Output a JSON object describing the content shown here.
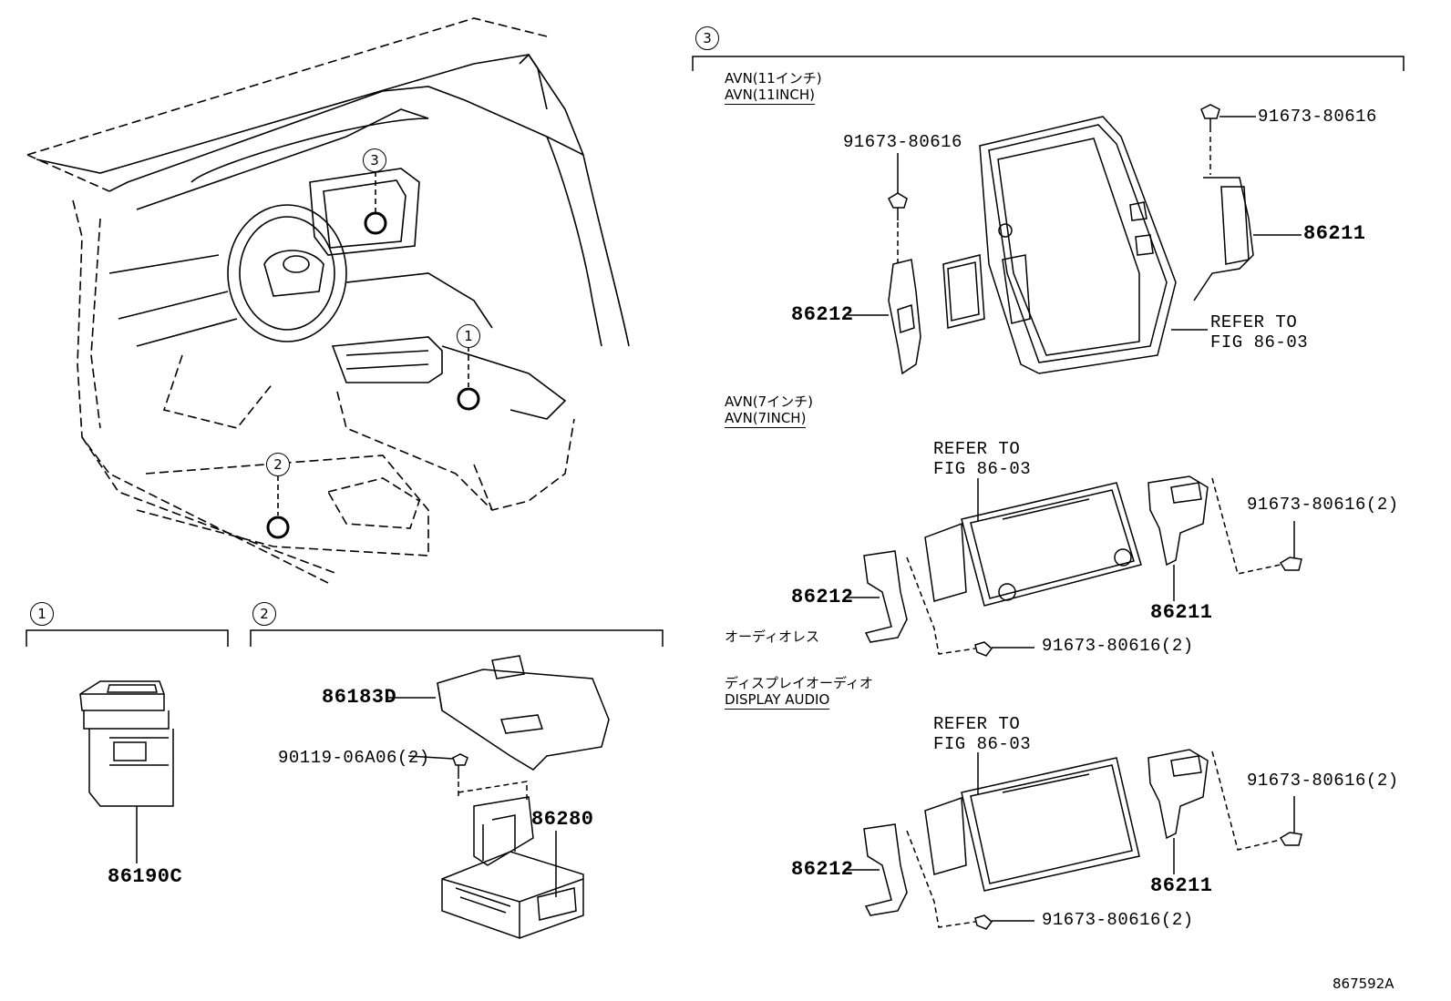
{
  "section_markers": {
    "s1": "1",
    "s2": "2",
    "s3": "3"
  },
  "overview_callouts": {
    "c1": "1",
    "c2": "2",
    "c3": "3"
  },
  "section1": {
    "part": "86190C"
  },
  "section2": {
    "cover": "86183D",
    "bolt": "90119-06A06(2)",
    "module": "86280"
  },
  "section3": {
    "avn11": {
      "title_jp": "AVN(11インチ)",
      "title_en": "AVN(11INCH)",
      "bolt_left": "91673-80616",
      "bolt_right": "91673-80616",
      "bracket_left": "86212",
      "bracket_right": "86211",
      "refer_1": "REFER TO",
      "refer_2": "FIG 86-03"
    },
    "avn7": {
      "title_jp": "AVN(7インチ)",
      "title_en": "AVN(7INCH)",
      "refer_1": "REFER TO",
      "refer_2": "FIG 86-03",
      "bolt_right": "91673-80616(2)",
      "bracket_left": "86212",
      "bracket_right": "86211",
      "audioless_jp": "オーディオレス",
      "bolt_bottom": "91673-80616(2)"
    },
    "display_audio": {
      "title_jp": "ディスプレイオーディオ",
      "title_en": "DISPLAY AUDIO",
      "refer_1": "REFER TO",
      "refer_2": "FIG 86-03",
      "bolt_right": "91673-80616(2)",
      "bracket_left": "86212",
      "bracket_right": "86211",
      "bolt_bottom": "91673-80616(2)"
    }
  },
  "figure_id": "867592A"
}
